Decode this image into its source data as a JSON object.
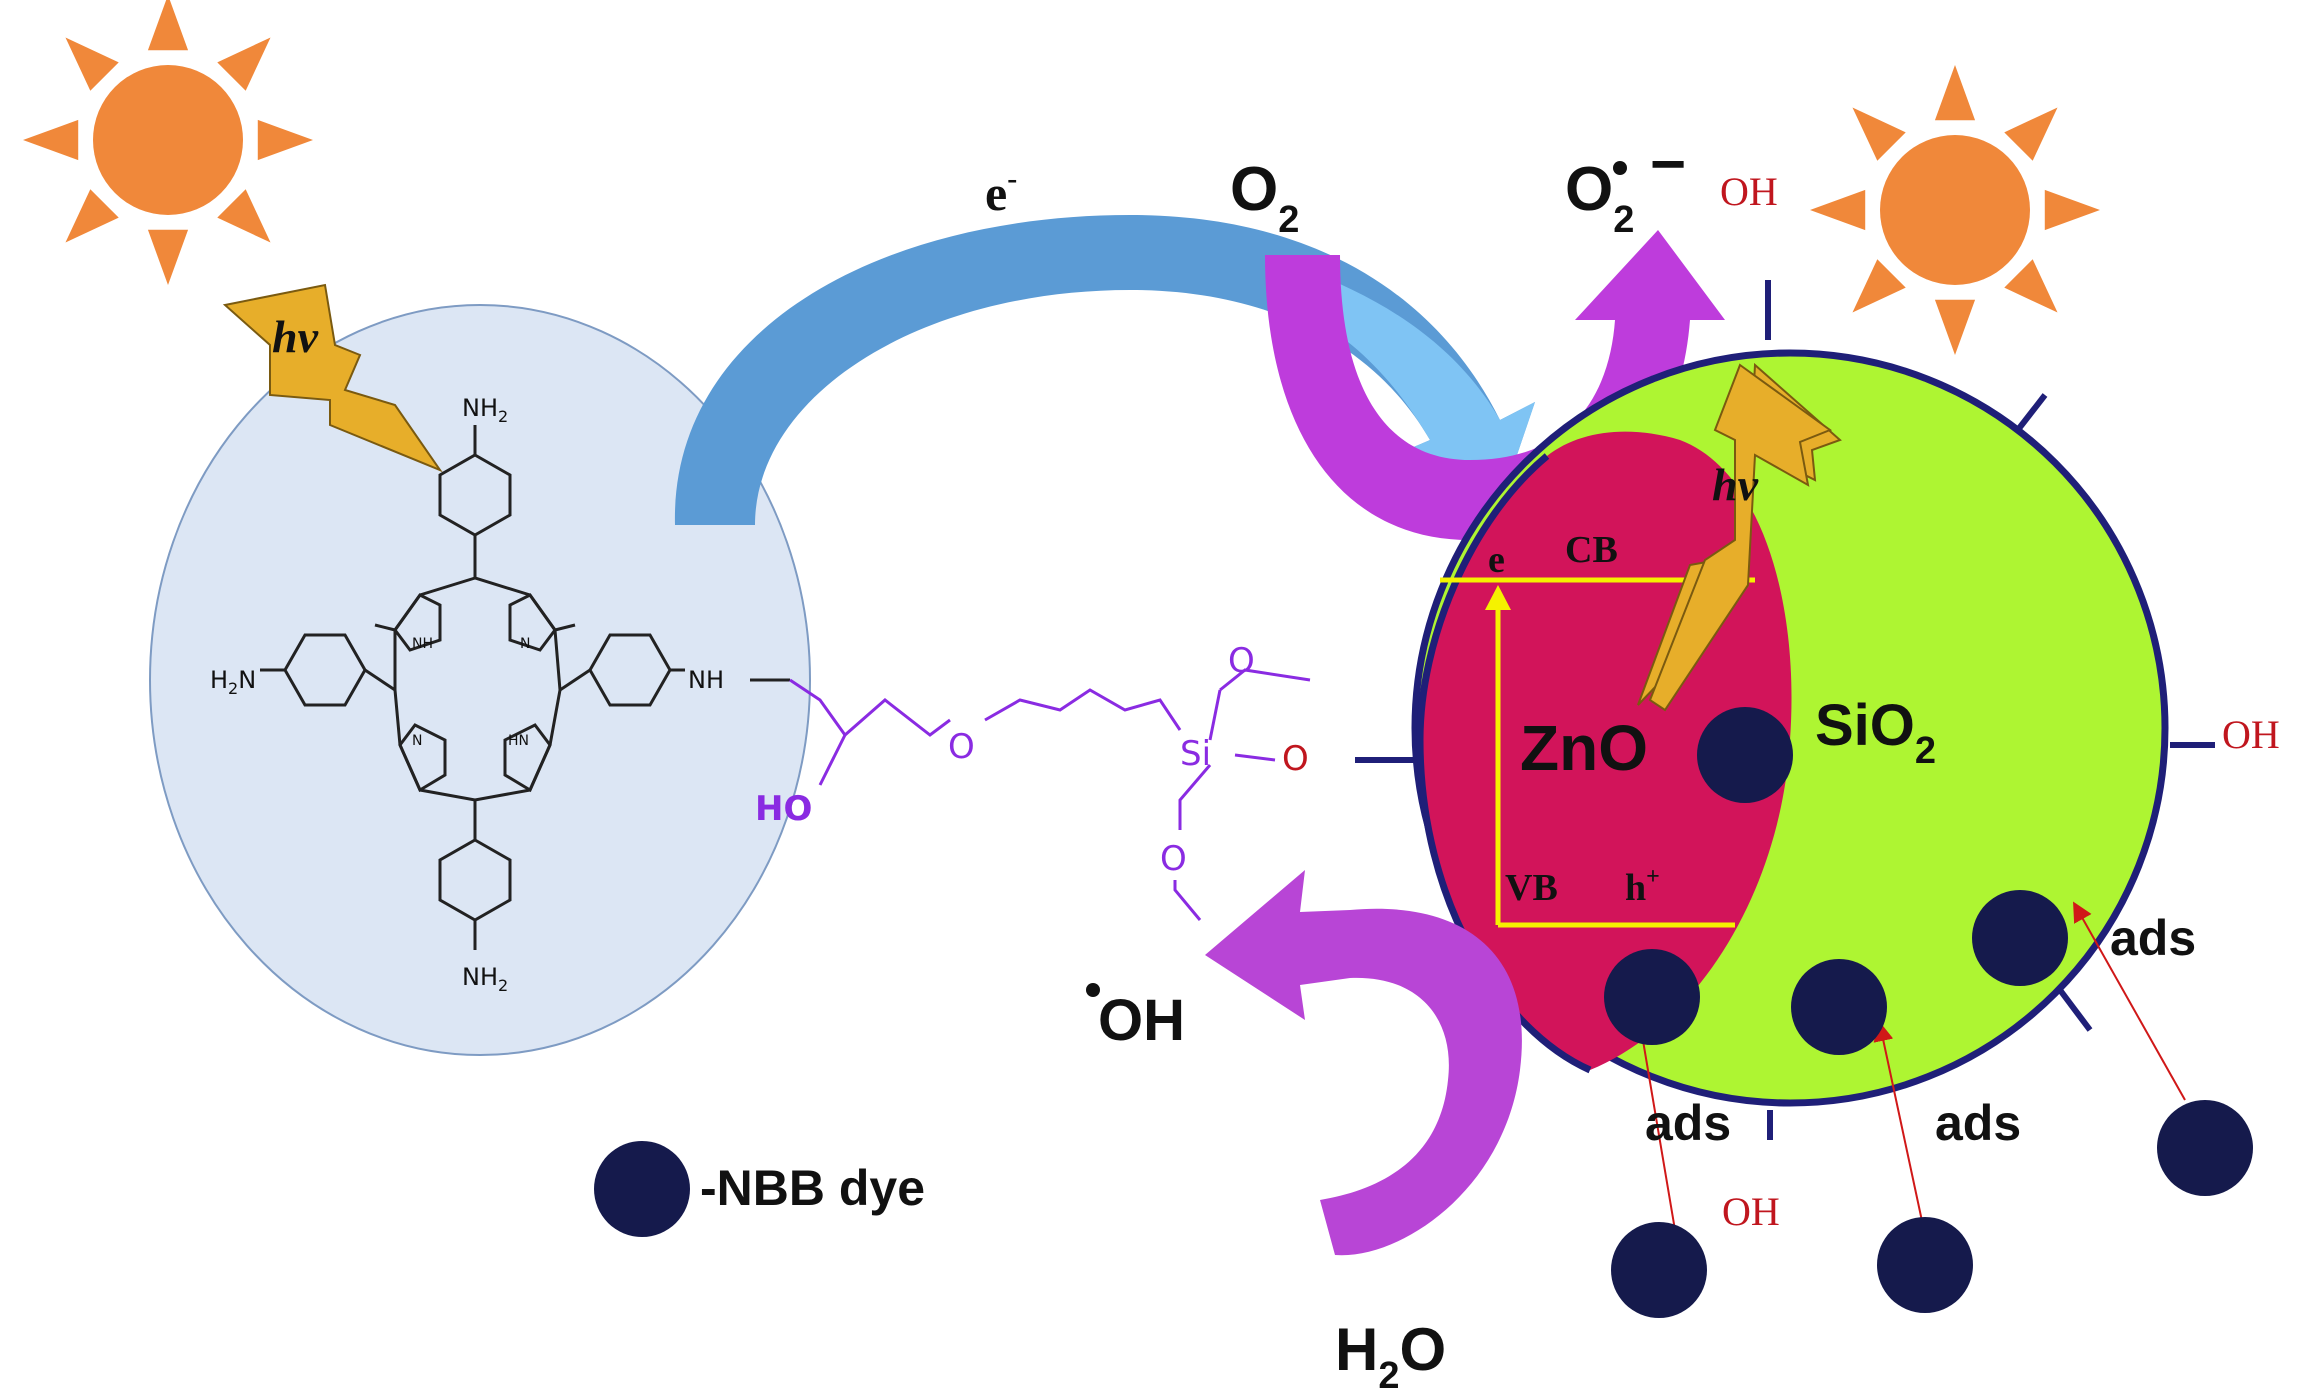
{
  "colors": {
    "sun": "#F0883A",
    "porphyrin_bubble": "#DCE6F4",
    "bubble_stroke": "#7E9BC3",
    "electron_arrow": "#5B9BD5",
    "electron_arrow_tip": "#7FC4F4",
    "oxygen_arrow": "#BE3CDC",
    "water_arrow": "#B845D6",
    "sio2_sphere": "#AEF532",
    "zno_core": "#D2145A",
    "band_lines": "#F5F200",
    "dye": "#151A4C",
    "hv_bolt": "#E7AE2A",
    "linker": "#8A2BE2",
    "oh_text": "#C0161E",
    "ads_arrow": "#D01818"
  },
  "icons": [
    "sun-icon",
    "lightning-bolt-icon",
    "dye-molecule-icon"
  ],
  "labels": {
    "hv": "hv",
    "electron": "e",
    "electron_sup": "-",
    "o2": "O",
    "o2_sub": "2",
    "superoxide": "O",
    "superoxide_sub": "2",
    "superoxide_charge": "−",
    "oh": "OH",
    "radical_oh": "OH",
    "water": "H",
    "water_sub": "2",
    "water_o": "O",
    "cb": "CB",
    "vb": "VB",
    "e_cb": "e",
    "hole": "h",
    "hole_sup": "+",
    "zno": "ZnO",
    "sio2": "SiO",
    "sio2_sub": "2",
    "ads": "ads",
    "legend": "-NBB dye"
  },
  "porphyrin": {
    "nh2": "NH",
    "nh2_sub": "2",
    "h2n": "H",
    "h2n_sub": "2",
    "h2n_n": "N",
    "nh_link": "NH",
    "pyrrole_nh": "NH",
    "pyrrole_n": "N",
    "pyrrole_hn": "HN"
  },
  "linker": {
    "o": "O",
    "ho": "HO",
    "si": "Si"
  }
}
